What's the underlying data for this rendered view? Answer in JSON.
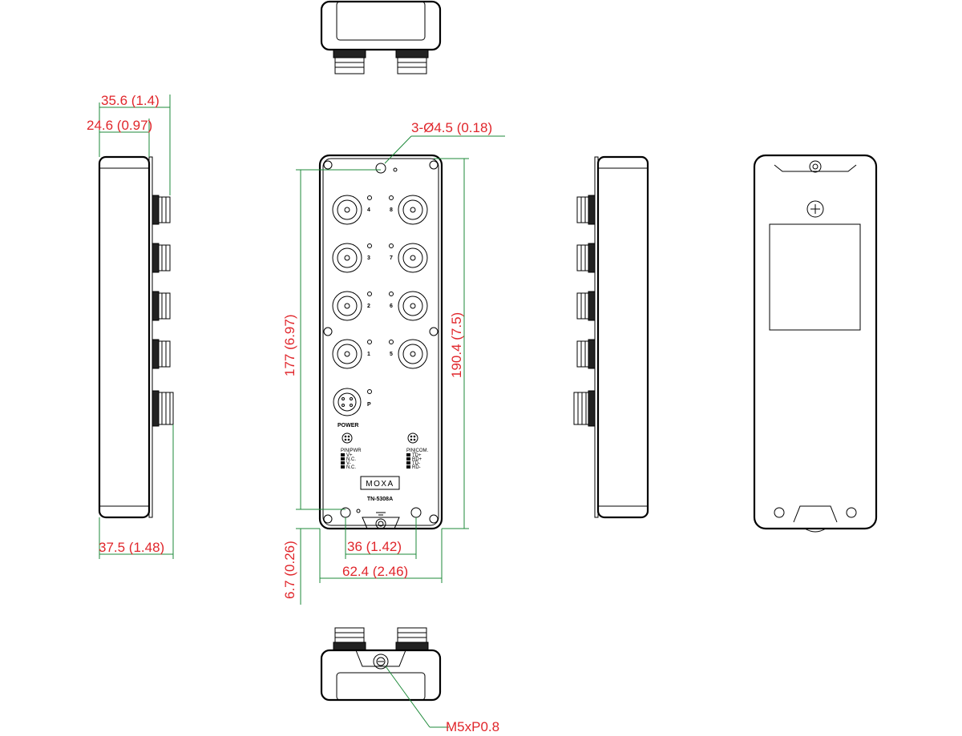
{
  "colors": {
    "dimension": "#e0262b",
    "leader": "#1e8a3a",
    "outline": "#000000"
  },
  "front_panel": {
    "port_labels_left": [
      "4",
      "3",
      "2",
      "1"
    ],
    "port_labels_right": [
      "8",
      "7",
      "6",
      "5"
    ],
    "power_port_label": "P",
    "power_label": "POWER",
    "pin_table_power": {
      "header": "PIN|PWR",
      "rows": [
        "V+",
        "N.C.",
        "V-",
        "N.C."
      ]
    },
    "pin_table_comm": {
      "header": "PIN|COM.",
      "rows": [
        "TD+",
        "RD+",
        "TD-",
        "RD-"
      ]
    },
    "brand": "MOXA",
    "model": "TN-5308A"
  },
  "dimensions": {
    "side_top_outer": "35.6 (1.4)",
    "side_top_inner": "24.6 (0.97)",
    "side_bottom": "37.5 (1.48)",
    "hole_callout": "3-Ø4.5 (0.18)",
    "front_height_inner": "177 (6.97)",
    "front_height_outer": "190.4 (7.5)",
    "front_tab_height": "6.7 (0.26)",
    "front_hole_spacing": "36 (1.42)",
    "front_width": "62.4 (2.46)",
    "thread_callout": "M5xP0.8"
  }
}
